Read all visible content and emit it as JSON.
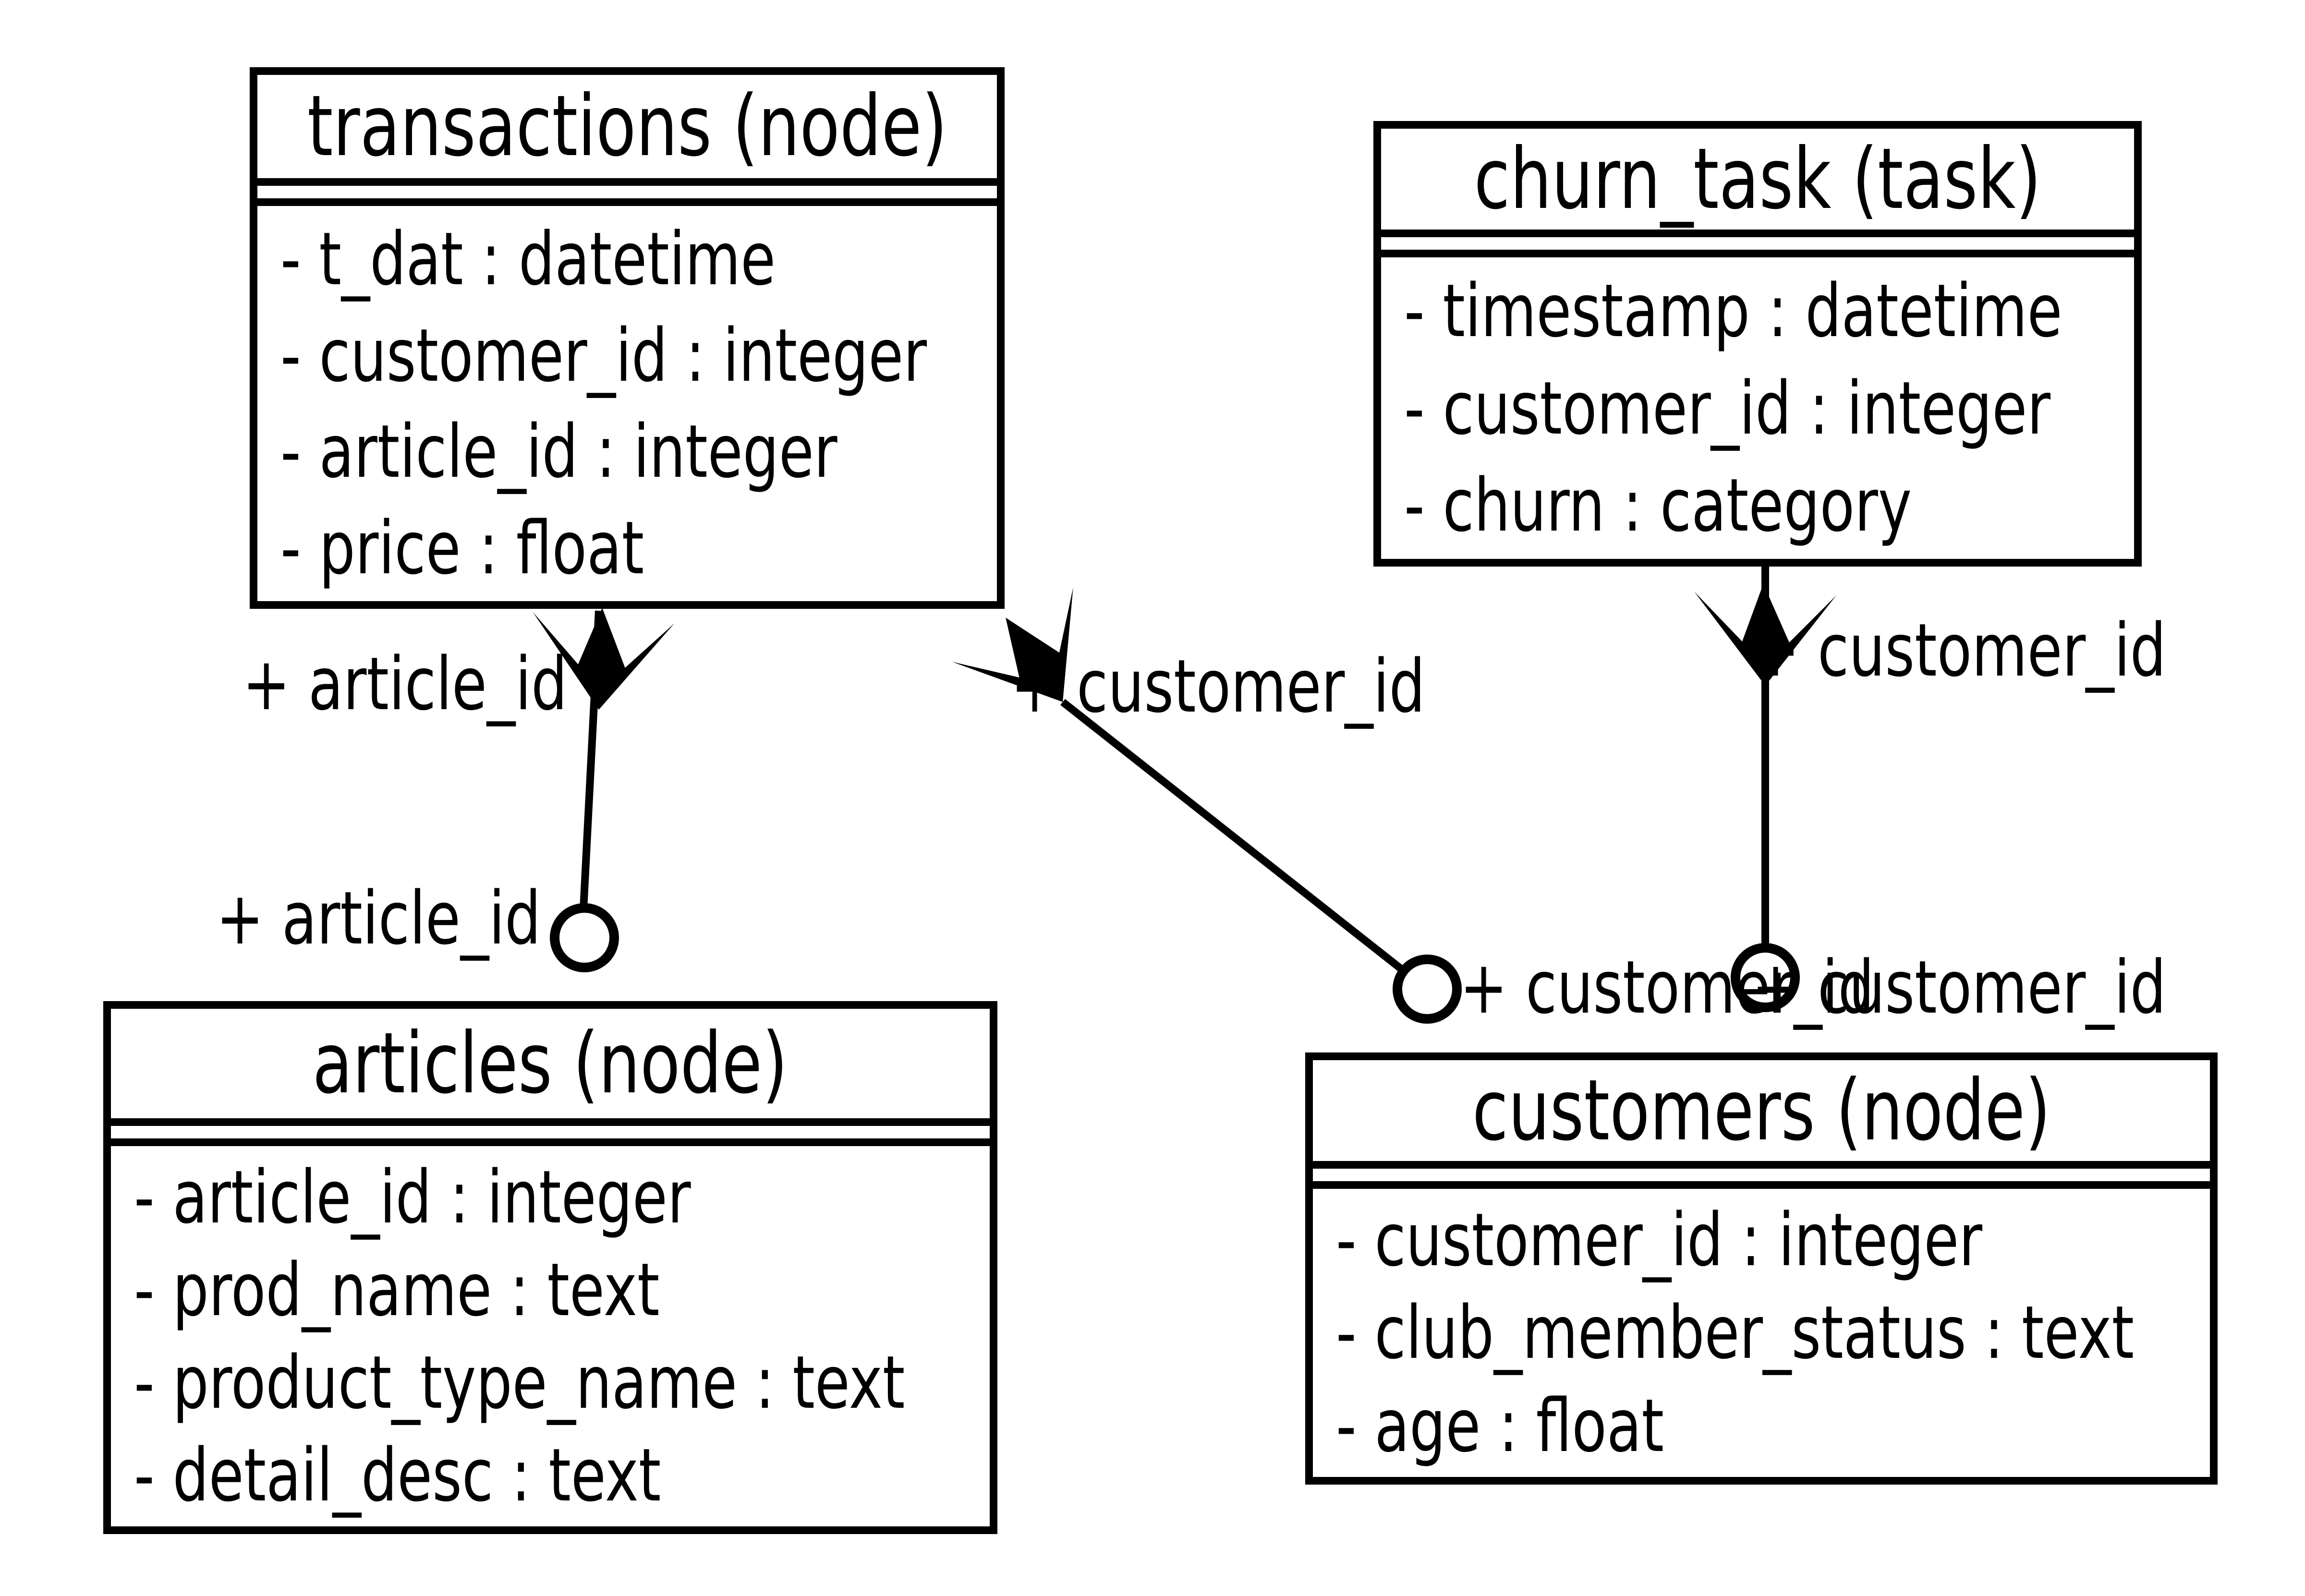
{
  "diagram": {
    "background_color": "#ffffff",
    "line_color": "#000000",
    "tables": [
      {
        "id": "transactions",
        "title": "transactions (node)",
        "fields": [
          "- t_dat : datetime",
          "- customer_id : integer",
          "- article_id : integer",
          "- price : float"
        ]
      },
      {
        "id": "churn_task",
        "title": "churn_task (task)",
        "fields": [
          "- timestamp : datetime",
          "- customer_id : integer",
          "- churn : category"
        ]
      },
      {
        "id": "articles",
        "title": "articles (node)",
        "fields": [
          "- article_id : integer",
          "- prod_name : text",
          "- product_type_name : text",
          "- detail_desc : text"
        ]
      },
      {
        "id": "customers",
        "title": "customers (node)",
        "fields": [
          "- customer_id : integer",
          "- club_member_status : text",
          "- age : float"
        ]
      }
    ],
    "edges": [
      {
        "from_table": "transactions",
        "to_table": "articles",
        "tail_label": "+ article_id",
        "head_label": "+ article_id",
        "tail_marker": "crow-foot-arrowhead",
        "head_marker": "circle-terminator"
      },
      {
        "from_table": "transactions",
        "to_table": "customers",
        "tail_label": "+ customer_id",
        "head_label": "+ customer_id",
        "tail_marker": "crow-foot-arrowhead",
        "head_marker": "circle-terminator"
      },
      {
        "from_table": "churn_task",
        "to_table": "customers",
        "tail_label": "+ customer_id",
        "head_label": "+ customer_id",
        "tail_marker": "crow-foot-arrowhead",
        "head_marker": "circle-terminator"
      }
    ]
  }
}
